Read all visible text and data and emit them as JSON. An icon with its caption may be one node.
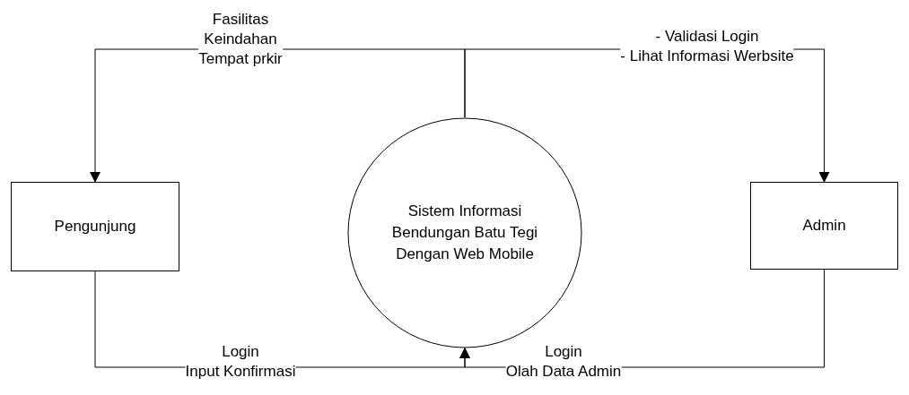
{
  "diagram": {
    "nodes": [
      {
        "text": [
          "Pengunjung"
        ]
      },
      {
        "text": [
          "Sistem Informasi Bendungan Batu Tegi Dengan Web Mobile"
        ]
      },
      {
        "text": [
          "Admin"
        ]
      }
    ],
    "edges": [
      {
        "from": 1,
        "to": 0,
        "arrow": "to",
        "label": "Fasilitas Keindahan Tempat prkir"
      },
      {
        "from": 1,
        "to": 2,
        "arrow": "to",
        "label": "- Validasi Login - Lihat Informasi Werbsite"
      },
      {
        "from": 0,
        "to": 1,
        "arrow": "to",
        "label": "Login Input Konfirmasi"
      },
      {
        "from": 2,
        "to": 1,
        "arrow": "to",
        "label": "Login Olah Data Admin"
      }
    ]
  }
}
